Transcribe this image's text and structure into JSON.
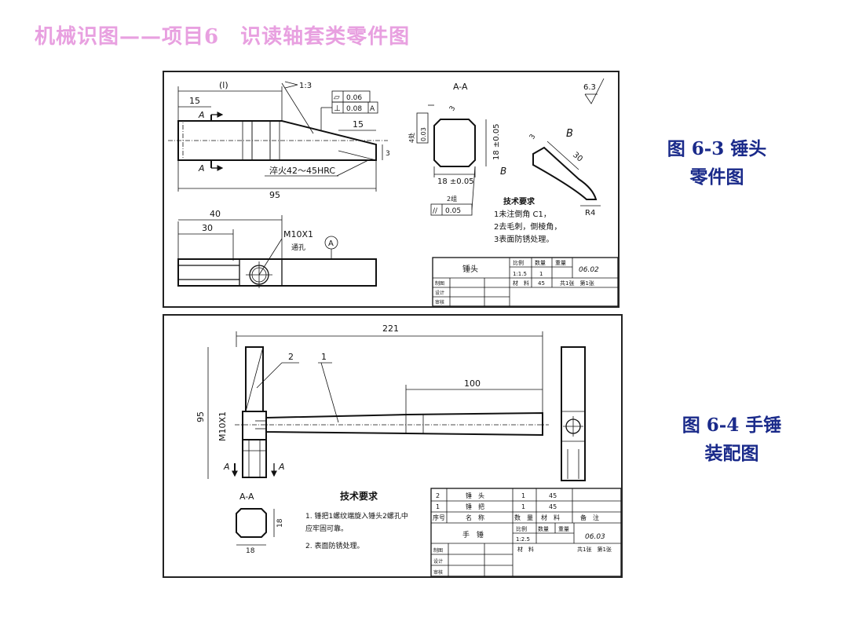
{
  "slide": {
    "title": "机械识图——项目6　识读轴套类零件图"
  },
  "captions": {
    "fig1_line1": "图 6-3 锤头",
    "fig1_line2": "零件图",
    "fig2_line1": "图 6-4 手锤",
    "fig2_line2": "装配图"
  },
  "drawing1": {
    "dims": {
      "l": "(l)",
      "d15a": "15",
      "d15b": "15",
      "d95": "95",
      "d40": "40",
      "d30": "30",
      "d3": "3",
      "d30b": "30",
      "d18w": "18 ±0.05",
      "d18h": "18 ±0.05",
      "d4": "4处",
      "dr4": "R4",
      "d3b": "3"
    },
    "labels": {
      "taper": "1:3",
      "section": "A-A",
      "secA_top": "A",
      "secA_bot": "A",
      "harden": "淬火42～45HRC",
      "thread": "M10X1",
      "through": "通孔",
      "circleA": "A",
      "surface": "6.3",
      "b1": "B",
      "b2": "B"
    },
    "tolerances": {
      "flat": "0.06",
      "perp": "0.08",
      "perp_ref": "A",
      "perp2": "0.03",
      "parallel_head": "2组",
      "parallel": "0.05"
    },
    "tech": {
      "title": "技术要求",
      "line1": "1未注倒角 C1，",
      "line2": "2去毛刺，倒棱角，",
      "line3": "3表面防锈处理。"
    },
    "title_block": {
      "name": "锤头",
      "scale_h": "比例",
      "qty_h": "数量",
      "weight_h": "重量",
      "code": "06.02",
      "scale": "1:1.5",
      "qty": "1",
      "material_h": "材　料",
      "material": "45",
      "sheets": "共1张　第1张",
      "draw": "制图",
      "design": "设计",
      "check": "审核"
    }
  },
  "drawing2": {
    "dims": {
      "d221": "221",
      "d100": "100",
      "d95": "95",
      "thread": "M10X1",
      "s18h": "18",
      "s18w": "18"
    },
    "labels": {
      "balloon1": "1",
      "balloon2": "2",
      "arrowA1": "A",
      "arrowA2": "A",
      "section": "A-A"
    },
    "tech": {
      "title": "技术要求",
      "line1": "1. 锤把1螺纹端旋入锤头2螺孔中",
      "line1b": "应牢固可靠。",
      "line2": "2. 表面防锈处理。"
    },
    "bom": {
      "rows": [
        {
          "no": "2",
          "name": "锤　头",
          "qty": "1",
          "material": "45",
          "note": ""
        },
        {
          "no": "1",
          "name": "锤　把",
          "qty": "1",
          "material": "45",
          "note": ""
        }
      ],
      "header": {
        "no": "序号",
        "name": "名　称",
        "qty": "数　量",
        "material": "材　料",
        "note": "备　注"
      }
    },
    "title_block": {
      "name": "手　锤",
      "scale_h": "比例",
      "qty_h": "数量",
      "weight_h": "重量",
      "code": "06.03",
      "scale": "1:2.5",
      "material_h": "材　料",
      "sheets": "共1张　第1张",
      "draw": "制图",
      "design": "设计",
      "check": "审核"
    }
  }
}
